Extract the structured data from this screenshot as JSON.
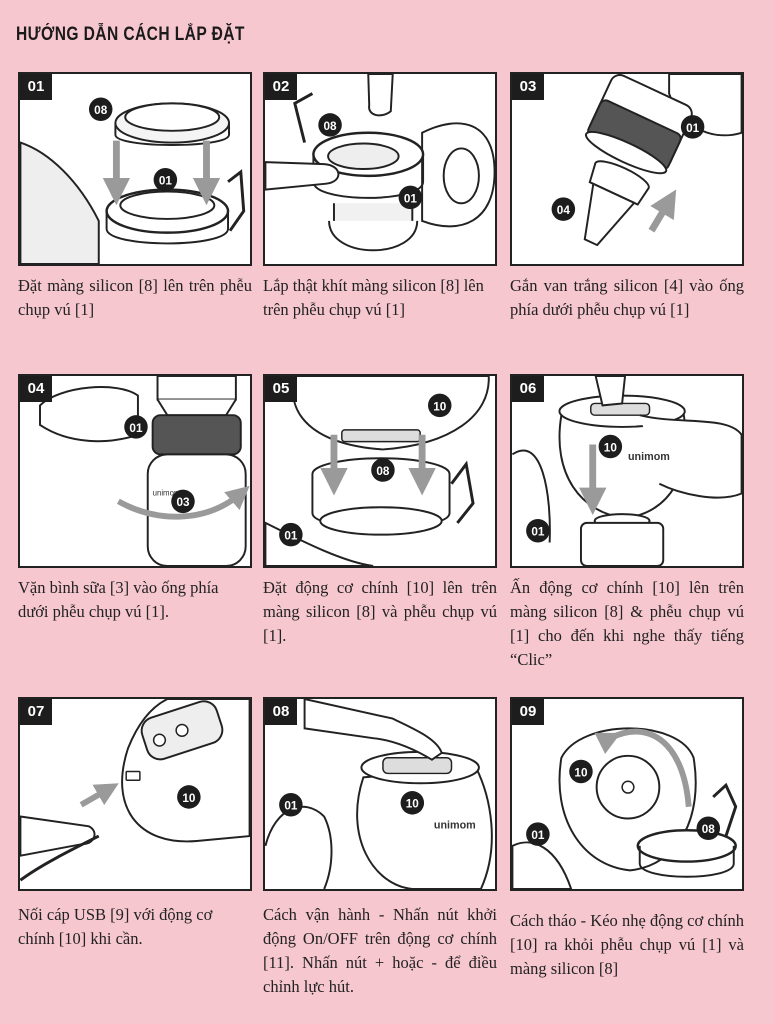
{
  "title": "HƯỚNG DẪN CÁCH LẮP ĐẶT",
  "steps": [
    {
      "num": "01",
      "labels": [
        "08",
        "01"
      ],
      "caption": "Đặt màng silicon [8] lên trên phễu chụp vú [1]"
    },
    {
      "num": "02",
      "labels": [
        "08",
        "01"
      ],
      "caption": "Lắp thật khít màng silicon [8] lên trên phễu chụp vú [1]"
    },
    {
      "num": "03",
      "labels": [
        "01",
        "04"
      ],
      "caption": "Gắn van trắng silicon [4] vào ống phía dưới phễu chụp vú [1]"
    },
    {
      "num": "04",
      "labels": [
        "01",
        "03"
      ],
      "caption": "Vặn bình sữa [3] vào ống phía dưới phễu chụp vú [1]."
    },
    {
      "num": "05",
      "labels": [
        "10",
        "08",
        "01"
      ],
      "caption": "Đặt động cơ chính [10] lên trên màng silicon [8] và phễu chụp vú [1]."
    },
    {
      "num": "06",
      "labels": [
        "10",
        "01"
      ],
      "caption": "Ấn động cơ chính [10] lên trên màng silicon [8] & phễu chụp vú [1] cho đến khi nghe thấy tiếng “Clic”"
    },
    {
      "num": "07",
      "labels": [
        "10"
      ],
      "caption": "Nối cáp USB [9] với động cơ chính [10] khi cần."
    },
    {
      "num": "08",
      "labels": [
        "01",
        "10"
      ],
      "caption": "Cách vận hành - Nhấn nút khởi động On/OFF trên động cơ chính [11]. Nhấn nút + hoặc - để điều chỉnh lực hút."
    },
    {
      "num": "09",
      "labels": [
        "10",
        "01",
        "08"
      ],
      "caption": "Cách tháo - Kéo nhẹ động cơ chính [10] ra khỏi phễu chụp vú [1] và màng silicon [8]"
    }
  ],
  "brand": "unimom"
}
